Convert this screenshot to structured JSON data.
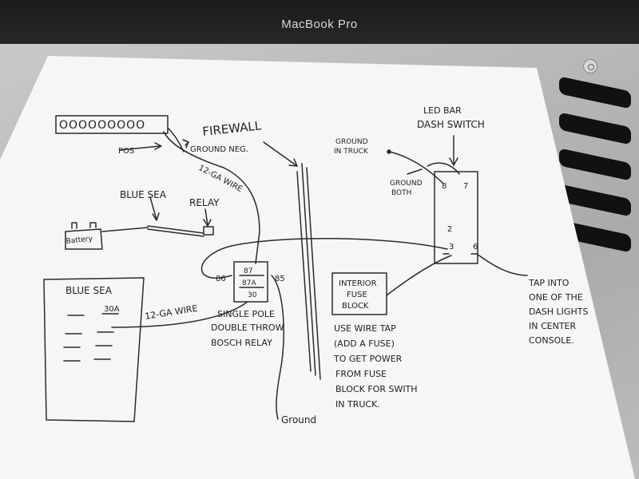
{
  "laptop": {
    "brand": "MacBook Pro"
  },
  "diagram": {
    "led_bar": {
      "lamps": "OOOOOOOOO"
    },
    "labels": {
      "firewall": "FIREWALL",
      "pos": "POS",
      "ground_neg": "GROUND NEG.",
      "wire_top": "12-GA WIRE",
      "wire_bottom": "12-GA WIRE",
      "blue_sea_top": "BLUE SEA",
      "relay": "RELAY",
      "battery": "Battery",
      "fuse_panel_title": "BLUE SEA",
      "fuse_rating": "30A",
      "pin_86": "86",
      "pin_87": "87",
      "pin_87a": "87A",
      "pin_30": "30",
      "pin_85": "85",
      "relay_desc_1": "SINGLE POLE",
      "relay_desc_2": "DOUBLE THROW",
      "relay_desc_3": "BOSCH RELAY",
      "ground_bottom": "Ground",
      "fuse_block_1": "INTERIOR",
      "fuse_block_2": "FUSE",
      "fuse_block_3": "BLOCK",
      "tap_1": "USE WIRE TAP",
      "tap_2": "(ADD A FUSE)",
      "tap_3": "TO GET POWER",
      "tap_4": "FROM FUSE",
      "tap_5": "BLOCK FOR SWITH",
      "tap_6": "IN TRUCK.",
      "switch_title_1": "LED BAR",
      "switch_title_2": "DASH SWITCH",
      "ground_truck_1": "GROUND",
      "ground_truck_2": "IN TRUCK",
      "ground_both_1": "GROUND",
      "ground_both_2": "BOTH",
      "sw_8": "8",
      "sw_7": "7",
      "sw_2": "2",
      "sw_3": "3",
      "sw_6": "6",
      "dash_1": "TAP INTO",
      "dash_2": "ONE OF THE",
      "dash_3": "DASH LIGHTS",
      "dash_4": "IN CENTER",
      "dash_5": "CONSOLE."
    }
  }
}
